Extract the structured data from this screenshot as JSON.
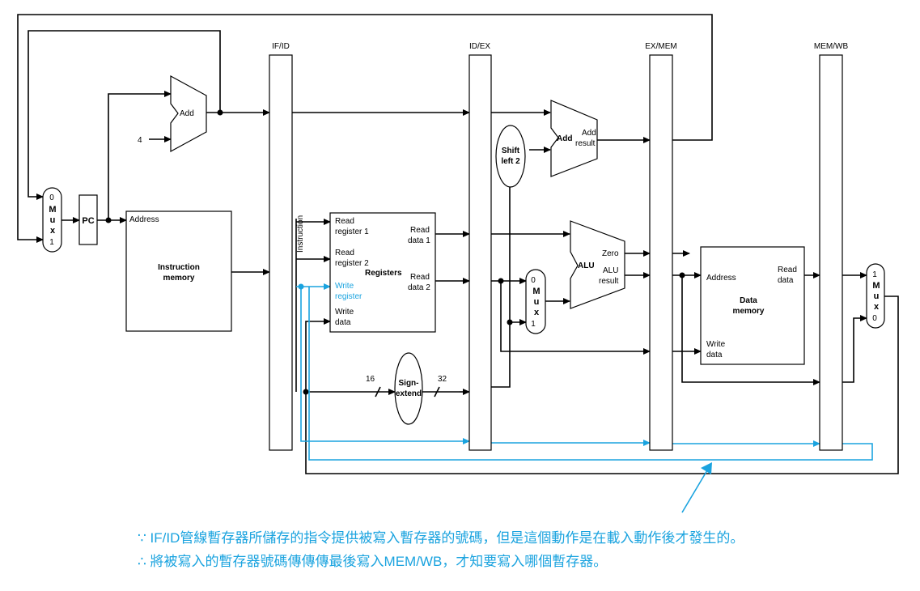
{
  "pipeline_registers": [
    "IF/ID",
    "ID/EX",
    "EX/MEM",
    "MEM/WB"
  ],
  "units": {
    "pc": "PC",
    "add_pc": "Add",
    "const_four": "4",
    "instruction_memory": {
      "port": "Address",
      "title_line1": "Instruction",
      "title_line2": "memory"
    },
    "instruction_label": "Instruction",
    "registers": {
      "title": "Registers",
      "read_register_1": [
        "Read",
        "register 1"
      ],
      "read_register_2": [
        "Read",
        "register 2"
      ],
      "write_register": [
        "Write",
        "register"
      ],
      "write_data": [
        "Write",
        "data"
      ],
      "read_data_1": [
        "Read",
        "data 1"
      ],
      "read_data_2": [
        "Read",
        "data 2"
      ]
    },
    "shift_left": [
      "Shift",
      "left 2"
    ],
    "branch_add": {
      "title": "Add",
      "result": [
        "Add",
        "result"
      ]
    },
    "alu": {
      "title": "ALU",
      "zero": "Zero",
      "result": [
        "ALU",
        "result"
      ]
    },
    "sign_extend": {
      "title": [
        "Sign-",
        "extend"
      ],
      "in_width": "16",
      "out_width": "32"
    },
    "data_memory": {
      "title": [
        "Data",
        "memory"
      ],
      "address": "Address",
      "write_data": [
        "Write",
        "data"
      ],
      "read_data": [
        "Read",
        "data"
      ]
    },
    "mux_pc": {
      "top": "0",
      "letters": [
        "M",
        "u",
        "x"
      ],
      "bottom": "1"
    },
    "mux_alu": {
      "top": "0",
      "letters": [
        "M",
        "u",
        "x"
      ],
      "bottom": "1"
    },
    "mux_wb": {
      "top": "1",
      "letters": [
        "M",
        "u",
        "x"
      ],
      "bottom": "0"
    }
  },
  "notes": [
    "∵ IF/ID管線暫存器所儲存的指令提供被寫入暫存器的號碼，但是這個動作是在載入動作後才發生的。",
    "∴ 將被寫入的暫存器號碼傳傳傳最後寫入MEM/WB，才知要寫入哪個暫存器。"
  ],
  "colors": {
    "annotation": "#1aa3df",
    "wires": "#000000"
  }
}
